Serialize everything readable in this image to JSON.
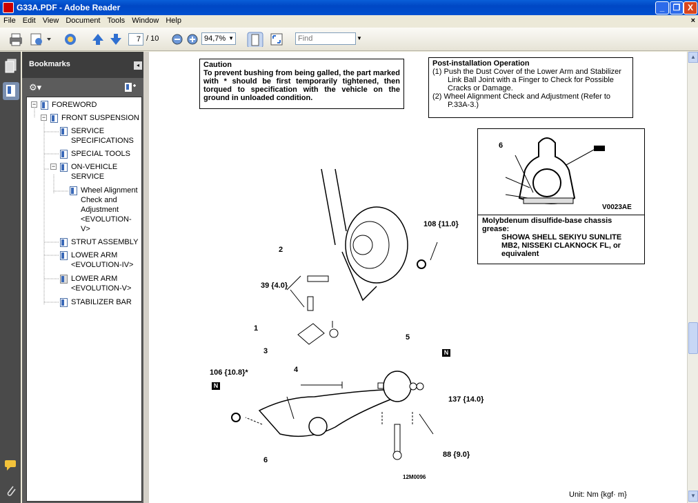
{
  "window": {
    "title": "G33A.PDF - Adobe Reader",
    "minimize": "_",
    "restore": "❐",
    "close": "X"
  },
  "menu": [
    "File",
    "Edit",
    "View",
    "Document",
    "Tools",
    "Window",
    "Help"
  ],
  "menu_close": "×",
  "toolbar": {
    "page_current": "7",
    "page_total": "/ 10",
    "zoom": "94,7%",
    "find_placeholder": "Find"
  },
  "bookmarks_panel": {
    "title": "Bookmarks",
    "items": [
      {
        "label": "FOREWORD"
      },
      {
        "label": "FRONT SUSPENSION"
      },
      {
        "label": "SERVICE SPECIFICATIONS"
      },
      {
        "label": "SPECIAL TOOLS"
      },
      {
        "label": "ON-VEHICLE SERVICE"
      },
      {
        "label": "Wheel Alignment Check and Adjustment <EVOLUTION-V>"
      },
      {
        "label": "STRUT ASSEMBLY"
      },
      {
        "label": "LOWER ARM <EVOLUTION-IV>"
      },
      {
        "label": "LOWER ARM <EVOLUTION-V>"
      },
      {
        "label": "STABILIZER BAR"
      }
    ]
  },
  "document": {
    "caution_title": "Caution",
    "caution_text": "To prevent bushing from being galled, the part marked with * should be first temporarily tightened, then torqued to specification with the vehicle on the ground in unloaded condition.",
    "post_title": "Post-installation Operation",
    "post_items": [
      "(1)  Push the Dust Cover of the Lower Arm and Stabilizer Link Ball Joint with a Finger to Check for Possible Cracks or Damage.",
      "(2)  Wheel Alignment Check and Adjustment (Refer to P.33A-3.)"
    ],
    "inset_part_number": "6",
    "inset_code": "V0023AE",
    "grease_title": "Molybdenum disulfide-base chassis grease:",
    "grease_text": "SHOWA SHELL SEKIYU SUNLITE MB2, NISSEKI CLAKNOCK FL, or equivalent",
    "labels": {
      "l108": "108 {11.0}",
      "l2": "2",
      "l39": "39 {4.0}",
      "l1": "1",
      "l3": "3",
      "l4": "4",
      "l5": "5",
      "l106": "106 {10.8}*",
      "l137": "137 {14.0}",
      "l88": "88 {9.0}",
      "l6": "6",
      "badge_n": "N",
      "figure_code": "12M0096"
    },
    "unit_note": "Unit: Nm {kgf· m}"
  }
}
